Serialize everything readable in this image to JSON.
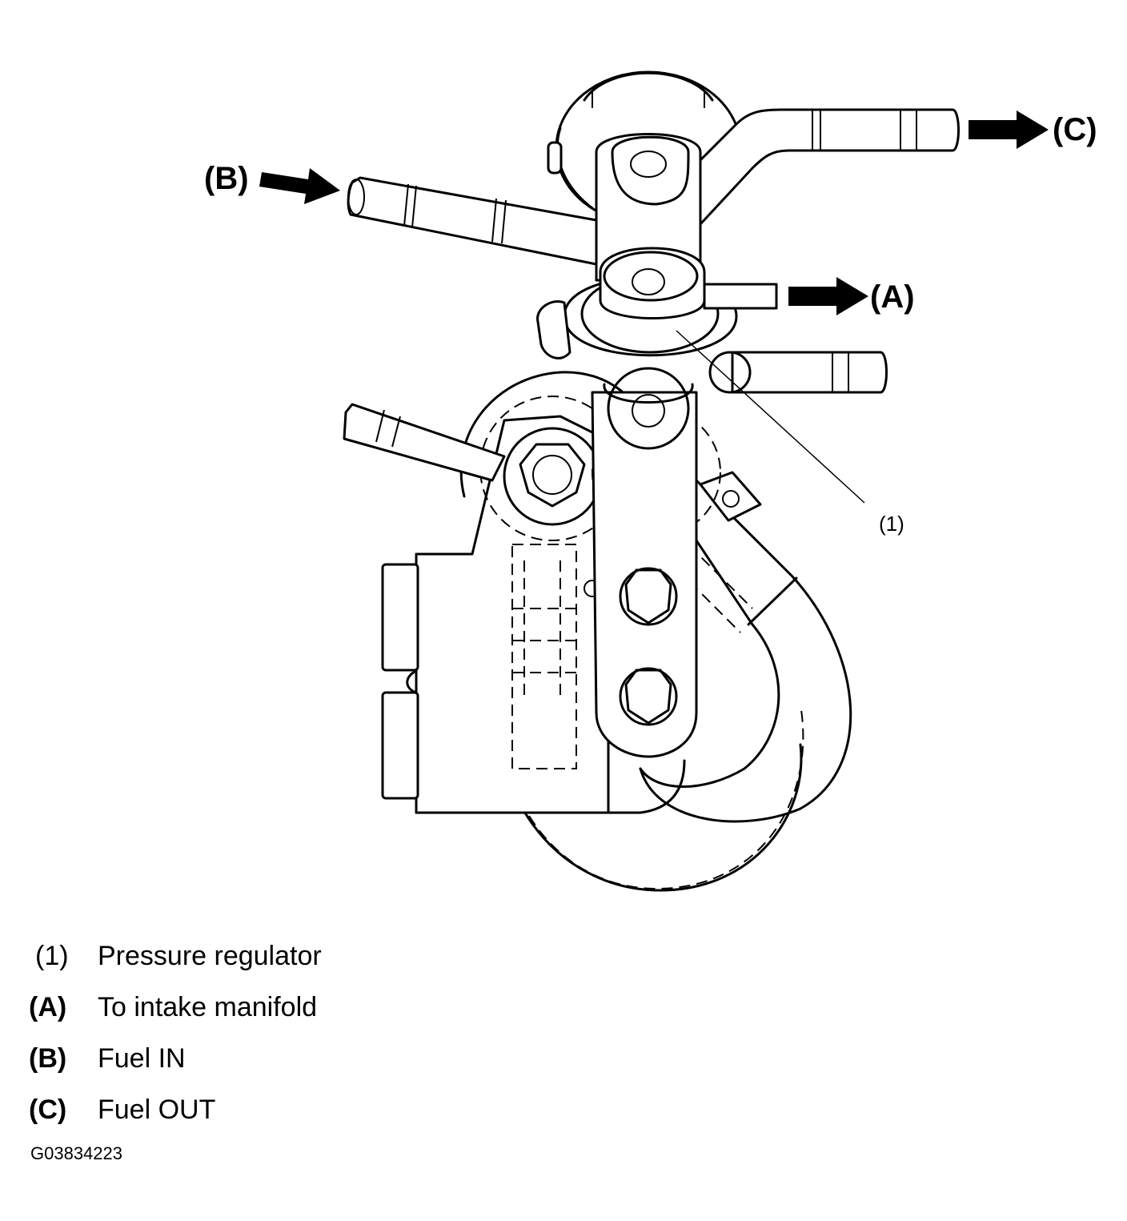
{
  "callouts": {
    "a": "(A)",
    "b": "(B)",
    "c": "(C)",
    "one": "(1)"
  },
  "legend": [
    {
      "key": "(1)",
      "text": "Pressure regulator"
    },
    {
      "key": "(A)",
      "text": "To intake manifold"
    },
    {
      "key": "(B)",
      "text": "Fuel IN"
    },
    {
      "key": "(C)",
      "text": "Fuel OUT"
    }
  ],
  "figure_id": "G03834223"
}
